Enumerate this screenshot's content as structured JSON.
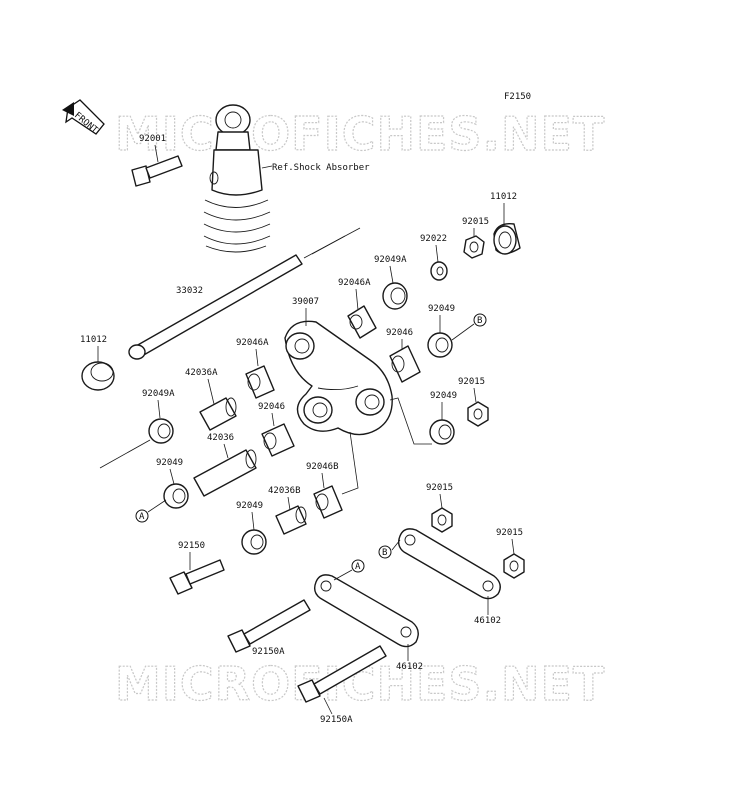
{
  "figure_code": "F2150",
  "watermark": "MICROFICHES.NET",
  "front_label": "FRONT",
  "ref_note": "Ref.Shock Absorber",
  "callouts": {
    "a": "A",
    "b": "B"
  },
  "parts": {
    "p92001": "92001",
    "p33032": "33032",
    "p11012_left": "11012",
    "p11012_right": "11012",
    "p92015_top": "92015",
    "p92022": "92022",
    "p92049A_top": "92049A",
    "p92046A_top": "92046A",
    "p39007": "39007",
    "p92049_right": "92049",
    "p92046_mid": "92046",
    "p92015_mid": "92015",
    "p92049_mid": "92049",
    "p92049A_left": "92049A",
    "p42036A": "42036A",
    "p92046A_left": "92046A",
    "p92046_left": "92046",
    "p42036": "42036",
    "p92049_left": "92049",
    "p92046B": "92046B",
    "p42036B": "42036B",
    "p92049_low": "92049",
    "p92150": "92150",
    "p92015_low": "92015",
    "p92015_low2": "92015",
    "p92150A_top": "92150A",
    "p46102_right": "46102",
    "p46102_left": "46102",
    "p92150A_bot": "92150A"
  }
}
